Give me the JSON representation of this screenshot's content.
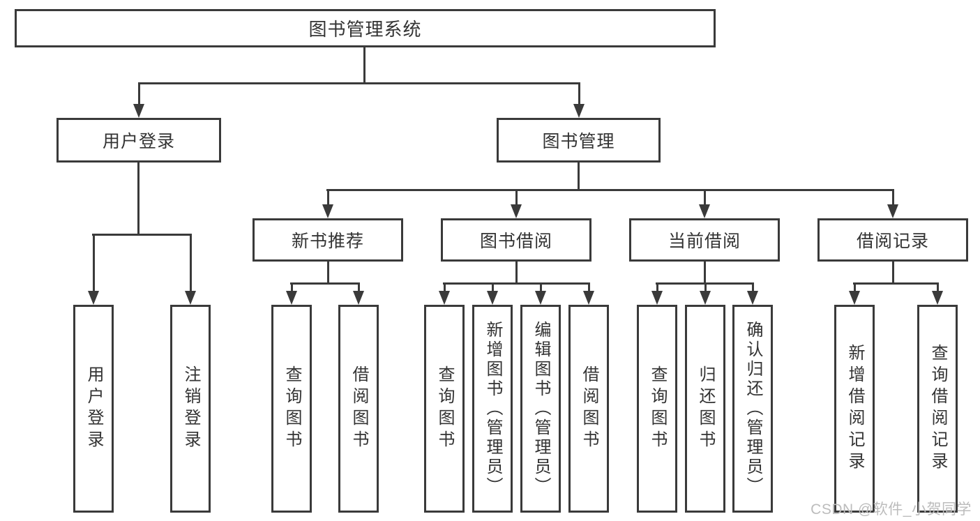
{
  "diagram": {
    "type": "tree",
    "root": {
      "label": "图书管理系统"
    },
    "level2": [
      {
        "label": "用户登录"
      },
      {
        "label": "图书管理"
      }
    ],
    "level3": [
      {
        "label": "新书推荐"
      },
      {
        "label": "图书借阅"
      },
      {
        "label": "当前借阅"
      },
      {
        "label": "借阅记录"
      }
    ],
    "leaves": {
      "user_login": [
        "用户登录",
        "注销登录"
      ],
      "new_books": [
        "查询图书",
        "借阅图书"
      ],
      "book_borrow": [
        "查询图书",
        "新增图书（管理员）",
        "编辑图书（管理员）",
        "借阅图书"
      ],
      "current_borrow": [
        "查询图书",
        "归还图书",
        "确认归还（管理员）"
      ],
      "borrow_records": [
        "新增借阅记录",
        "查询借阅记录"
      ]
    },
    "hierarchy": {
      "图书管理系统": {
        "用户登录": [
          "用户登录",
          "注销登录"
        ],
        "图书管理": {
          "新书推荐": [
            "查询图书",
            "借阅图书"
          ],
          "图书借阅": [
            "查询图书",
            "新增图书（管理员）",
            "编辑图书（管理员）",
            "借阅图书"
          ],
          "当前借阅": [
            "查询图书",
            "归还图书",
            "确认归还（管理员）"
          ],
          "借阅记录": [
            "新增借阅记录",
            "查询借阅记录"
          ]
        }
      }
    },
    "colors": {
      "line": "#3a3a3a",
      "text": "#333333",
      "background": "#ffffff",
      "watermark": "#bcbcbc"
    },
    "watermark": "CSDN @软件_小贺同学"
  }
}
